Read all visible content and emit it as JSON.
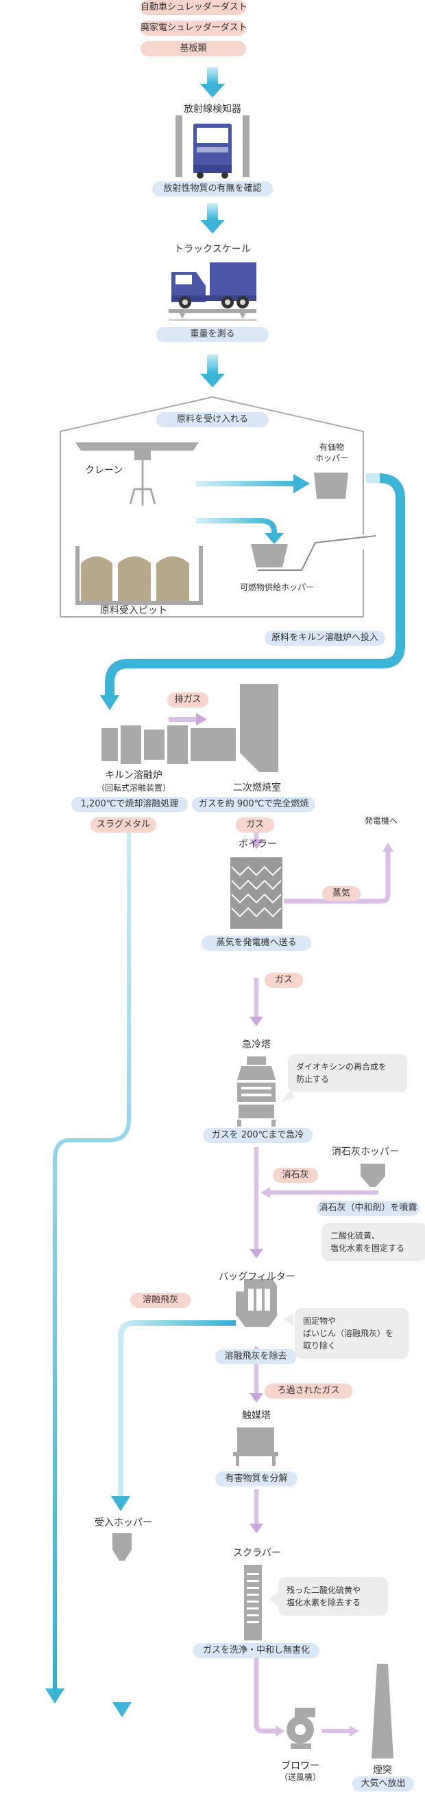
{
  "inputs": [
    "自動車シュレッダーダスト",
    "廃家電シュレッダーダスト",
    "基板類"
  ],
  "radiation": {
    "title": "放射線検知器",
    "note": "放射性物質の有無を確認"
  },
  "truck_scale": {
    "title": "トラックスケール",
    "note": "重量を測る"
  },
  "building": {
    "accept": "原料を受け入れる",
    "crane": "クレーン",
    "valuables_hopper_line1": "有価物",
    "valuables_hopper_line2": "ホッパー",
    "combustible_hopper": "可燃物供給ホッパー",
    "pit": "原料受入ピット",
    "feed_to_kiln": "原料をキルン溶融炉へ投入"
  },
  "kiln": {
    "exhaust_gas": "排ガス",
    "title": "キルン溶融炉",
    "subtitle": "（回転式溶融装置）",
    "note": "1,200℃で焼却溶融処理",
    "slag": "スラグメタル"
  },
  "secondary": {
    "title": "二次燃焼室",
    "note": "ガスを約 900℃で完全燃焼",
    "gas": "ガス"
  },
  "boiler": {
    "title": "ボイラー",
    "steam": "蒸気",
    "to_generator": "発電機へ",
    "note": "蒸気を発電機へ送る",
    "gas": "ガス"
  },
  "quench": {
    "title": "急冷塔",
    "bubble_line1": "ダイオキシンの再合成を",
    "bubble_line2": "防止する",
    "note": "ガスを 200℃まで急冷"
  },
  "lime": {
    "hopper": "消石灰ホッパー",
    "label": "消石灰",
    "note": "消石灰（中和剤）を噴霧",
    "bubble_line1": "二酸化硫黄、",
    "bubble_line2": "塩化水素を固定する"
  },
  "bagfilter": {
    "title": "バッグフィルター",
    "fly_ash": "溶融飛灰",
    "note": "溶融飛灰を除去",
    "bubble_line1": "固定物や",
    "bubble_line2": "ばいじん（溶融飛灰）を",
    "bubble_line3": "取り除く",
    "filtered_gas": "ろ過されたガス"
  },
  "catalyst": {
    "title": "触媒塔",
    "note": "有害物質を分解"
  },
  "receiving_hopper": "受入ホッパー",
  "scrubber": {
    "title": "スクラバー",
    "bubble_line1": "残った二酸化硫黄や",
    "bubble_line2": "塩化水素を除去する",
    "note": "ガスを洗浄・中和し無害化"
  },
  "blower": {
    "title": "ブロワー",
    "subtitle": "（送風機）"
  },
  "stack": {
    "title": "煙突",
    "note": "大気へ放出"
  },
  "colors": {
    "pink": "#f7d4cc",
    "blue_pill": "#d9e7f7",
    "cyan": "#3bb4d8",
    "purple": "#c9a6dc",
    "gray": "#a9a9a9"
  }
}
